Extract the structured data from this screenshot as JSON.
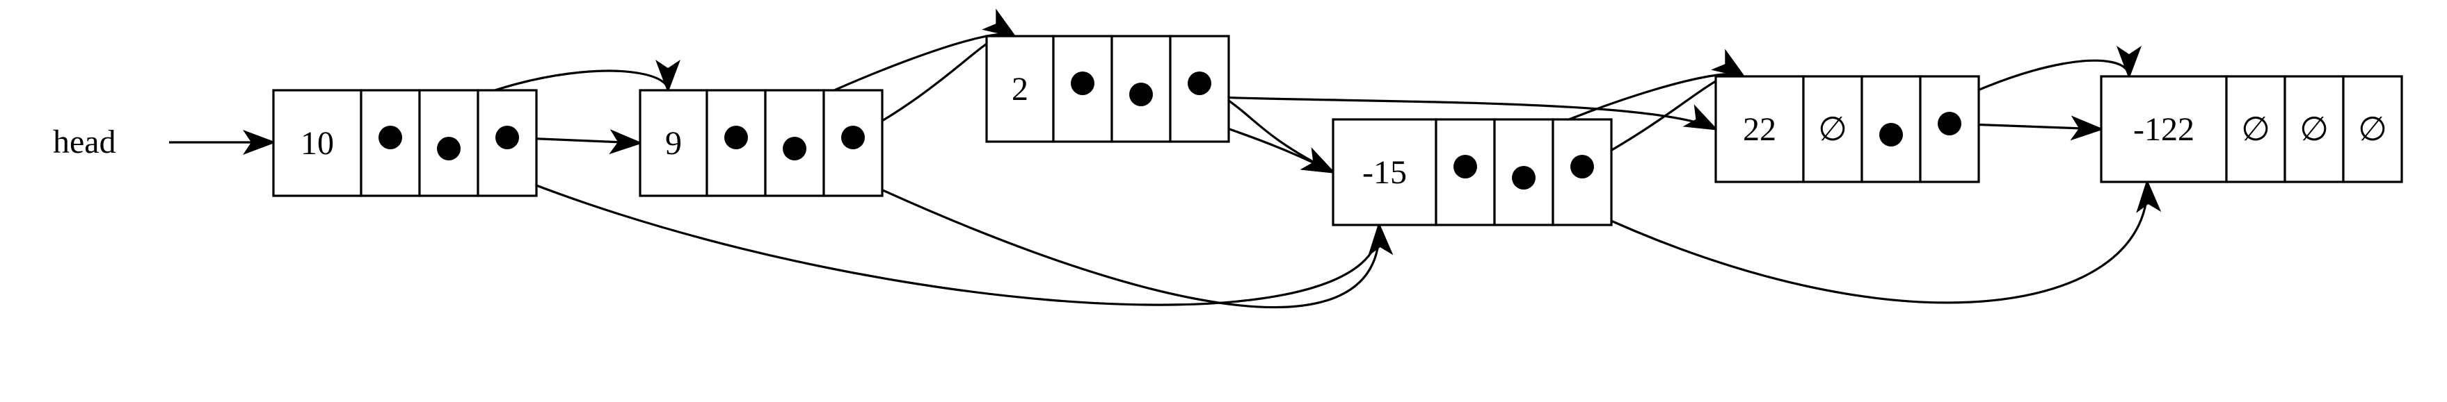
{
  "head_label": "head",
  "nodes": [
    {
      "key": "10",
      "pointers": [
        "next",
        "next",
        "next"
      ]
    },
    {
      "key": "9",
      "pointers": [
        "next",
        "next",
        "next"
      ]
    },
    {
      "key": "2",
      "pointers": [
        "next",
        "next",
        "next"
      ]
    },
    {
      "key": "-15",
      "pointers": [
        "next",
        "next",
        "next"
      ]
    },
    {
      "key": "22",
      "pointers": [
        "∅",
        "next",
        "next"
      ]
    },
    {
      "key": "-122",
      "pointers": [
        "∅",
        "∅",
        "∅"
      ]
    }
  ],
  "links": [
    {
      "from_node": 0,
      "level": 0,
      "to_node": 1
    },
    {
      "from_node": 0,
      "level": 1,
      "to_node": 3
    },
    {
      "from_node": 0,
      "level": 2,
      "to_node": 1
    },
    {
      "from_node": 1,
      "level": 0,
      "to_node": 2
    },
    {
      "from_node": 1,
      "level": 1,
      "to_node": 3
    },
    {
      "from_node": 1,
      "level": 2,
      "to_node": 2
    },
    {
      "from_node": 2,
      "level": 0,
      "to_node": 4
    },
    {
      "from_node": 2,
      "level": 1,
      "to_node": 3
    },
    {
      "from_node": 2,
      "level": 2,
      "to_node": 3
    },
    {
      "from_node": 3,
      "level": 0,
      "to_node": 4
    },
    {
      "from_node": 3,
      "level": 1,
      "to_node": 5
    },
    {
      "from_node": 3,
      "level": 2,
      "to_node": 4
    },
    {
      "from_node": 4,
      "level": 1,
      "to_node": 5
    },
    {
      "from_node": 4,
      "level": 2,
      "to_node": 5
    }
  ],
  "null_symbol": "∅"
}
